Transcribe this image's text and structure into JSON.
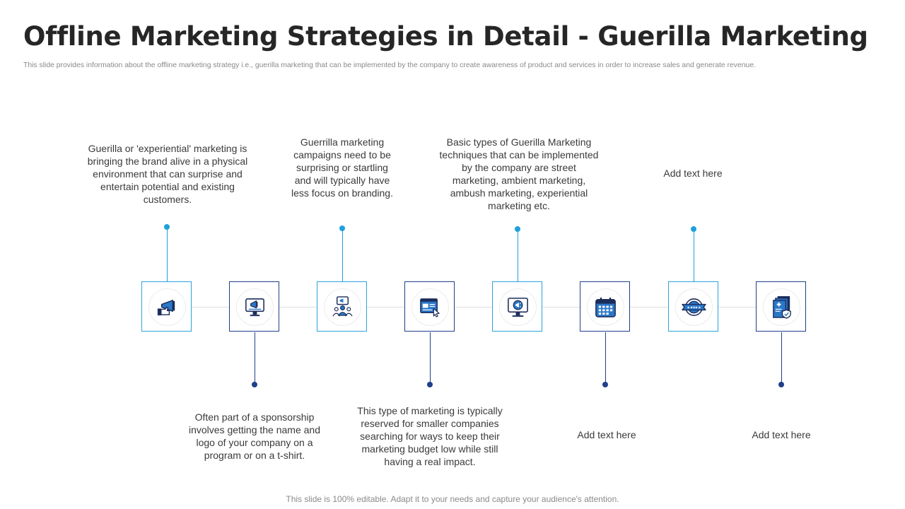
{
  "slide": {
    "title": "Offline Marketing Strategies in Detail - Guerilla Marketing",
    "subtitle": "This slide provides information about the offline marketing strategy i.e.,  guerilla marketing that can be implemented by the company to  create awareness of product and services in order to increase sales and generate revenue.",
    "footer": "This slide is 100% editable. Adapt it to your needs and capture your audience's attention."
  },
  "colors": {
    "accent_light": "#1ea0dc",
    "accent_dark": "#1f3f8a",
    "icon_blue": "#2b77c8",
    "icon_navy": "#1c2d5a"
  },
  "steps": [
    {
      "icon": "megaphone-hand-icon",
      "text": "Guerilla or 'experiential' marketing is bringing the brand alive in a physical environment that can surprise and entertain potential and existing customers."
    },
    {
      "icon": "monitor-megaphone-icon",
      "text": "Often part of a sponsorship involves getting the name and logo of your company on a program or on a t-shirt."
    },
    {
      "icon": "audience-presentation-icon",
      "text": "Guerrilla marketing campaigns need to be surprising or startling and will typically have less focus on branding."
    },
    {
      "icon": "web-page-cursor-icon",
      "text": "This type of marketing is typically reserved for smaller companies searching for ways to keep their marketing budget low while still having a real impact."
    },
    {
      "icon": "desktop-announcement-icon",
      "text": "Basic types of Guerilla Marketing techniques that can be implemented by the company are street marketing, ambient marketing, ambush marketing, experiential marketing etc."
    },
    {
      "icon": "calendar-icon",
      "text": "Add text here"
    },
    {
      "icon": "rating-badge-icon",
      "text": "Add text here"
    },
    {
      "icon": "secure-documents-icon",
      "text": "Add text here"
    }
  ]
}
